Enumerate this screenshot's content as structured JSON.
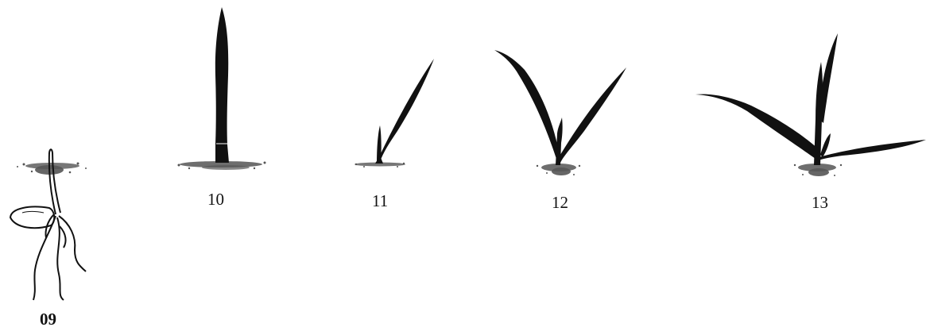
{
  "figure": {
    "stages": [
      {
        "label": "09"
      },
      {
        "label": "10"
      },
      {
        "label": "11"
      },
      {
        "label": "12"
      },
      {
        "label": "13"
      }
    ]
  },
  "colors": {
    "ink": "#111111",
    "soil": "#555555",
    "background": "#ffffff"
  }
}
